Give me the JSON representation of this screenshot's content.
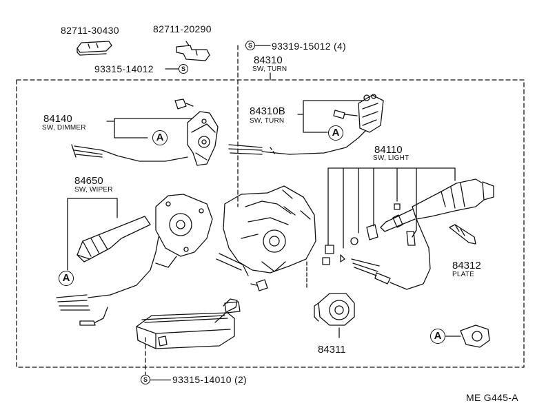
{
  "diagram_code": "ME G445-A",
  "symbols": {
    "a": "A",
    "s": "S"
  },
  "parts": {
    "p1": {
      "number": "82711-30430"
    },
    "p2": {
      "number": "82711-20290"
    },
    "p3": {
      "number": "93315-14012"
    },
    "p4": {
      "number": "93319-15012 (4)"
    },
    "p5": {
      "number": "84310",
      "desc": "SW, TURN"
    },
    "p6": {
      "number": "84310B",
      "desc": "SW, TURN"
    },
    "p7": {
      "number": "84140",
      "desc": "SW, DIMMER"
    },
    "p8": {
      "number": "84110",
      "desc": "SW, LIGHT"
    },
    "p9": {
      "number": "84650",
      "desc": "SW, WIPER"
    },
    "p10": {
      "number": "84312",
      "desc": "PLATE"
    },
    "p11": {
      "number": "84311"
    },
    "p12": {
      "number": "93315-14010 (2)"
    }
  }
}
